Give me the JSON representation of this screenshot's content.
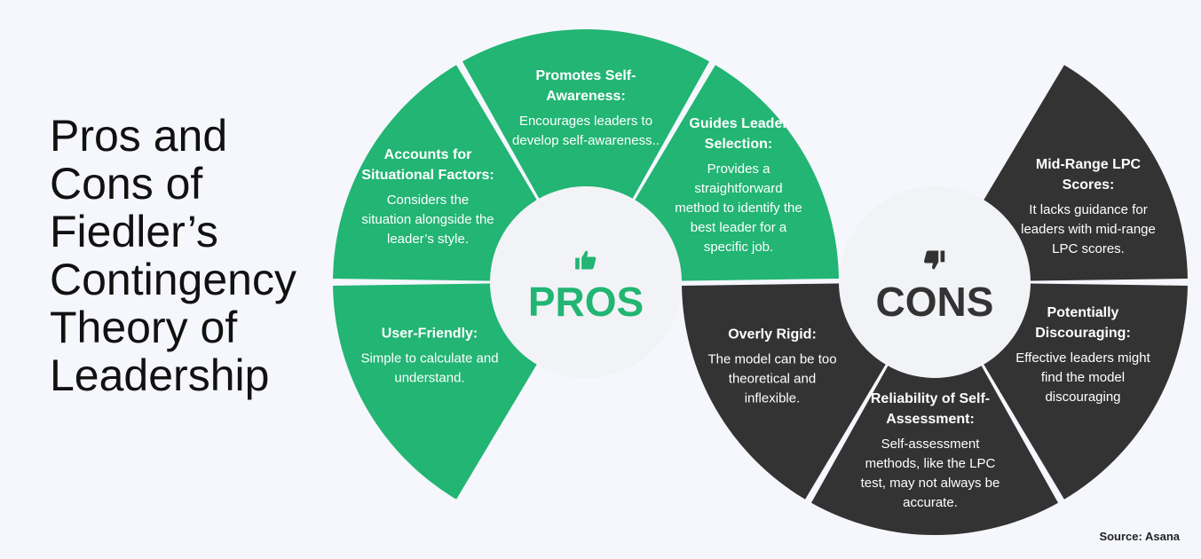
{
  "title_lines": [
    "Pros and",
    "Cons of",
    "Fiedler’s",
    "Contingency",
    "Theory of",
    "Leadership"
  ],
  "colors": {
    "pros": "#22b573",
    "cons": "#333333",
    "hub_bg": "#f2f3f6",
    "background": "#f5f7fd"
  },
  "pros": {
    "label": "PROS",
    "icon": "thumbs-up-icon",
    "items": [
      {
        "title": "User-Friendly:",
        "description": "Simple to calculate and understand."
      },
      {
        "title": "Accounts for Situational Factors:",
        "description": "Considers the situation alongside the leader’s style."
      },
      {
        "title": "Promotes Self-Awareness:",
        "description": "Encourages leaders to develop self-awareness.."
      },
      {
        "title": "Guides Leader Selection:",
        "description": "Provides a straightforward method to identify the best leader for a specific job."
      }
    ]
  },
  "cons": {
    "label": "CONS",
    "icon": "thumbs-down-icon",
    "items": [
      {
        "title": "Mid-Range LPC Scores:",
        "description": "It lacks guidance for leaders with mid-range LPC scores."
      },
      {
        "title": "Potentially Discouraging:",
        "description": "Effective leaders might find the model discouraging"
      },
      {
        "title": "Reliability of Self-Assessment:",
        "description": "Self-assessment methods, like the LPC test, may not always be accurate."
      },
      {
        "title": "Overly Rigid:",
        "description": "The model can be too theoretical and inflexible."
      }
    ]
  },
  "source": "Source: Asana"
}
